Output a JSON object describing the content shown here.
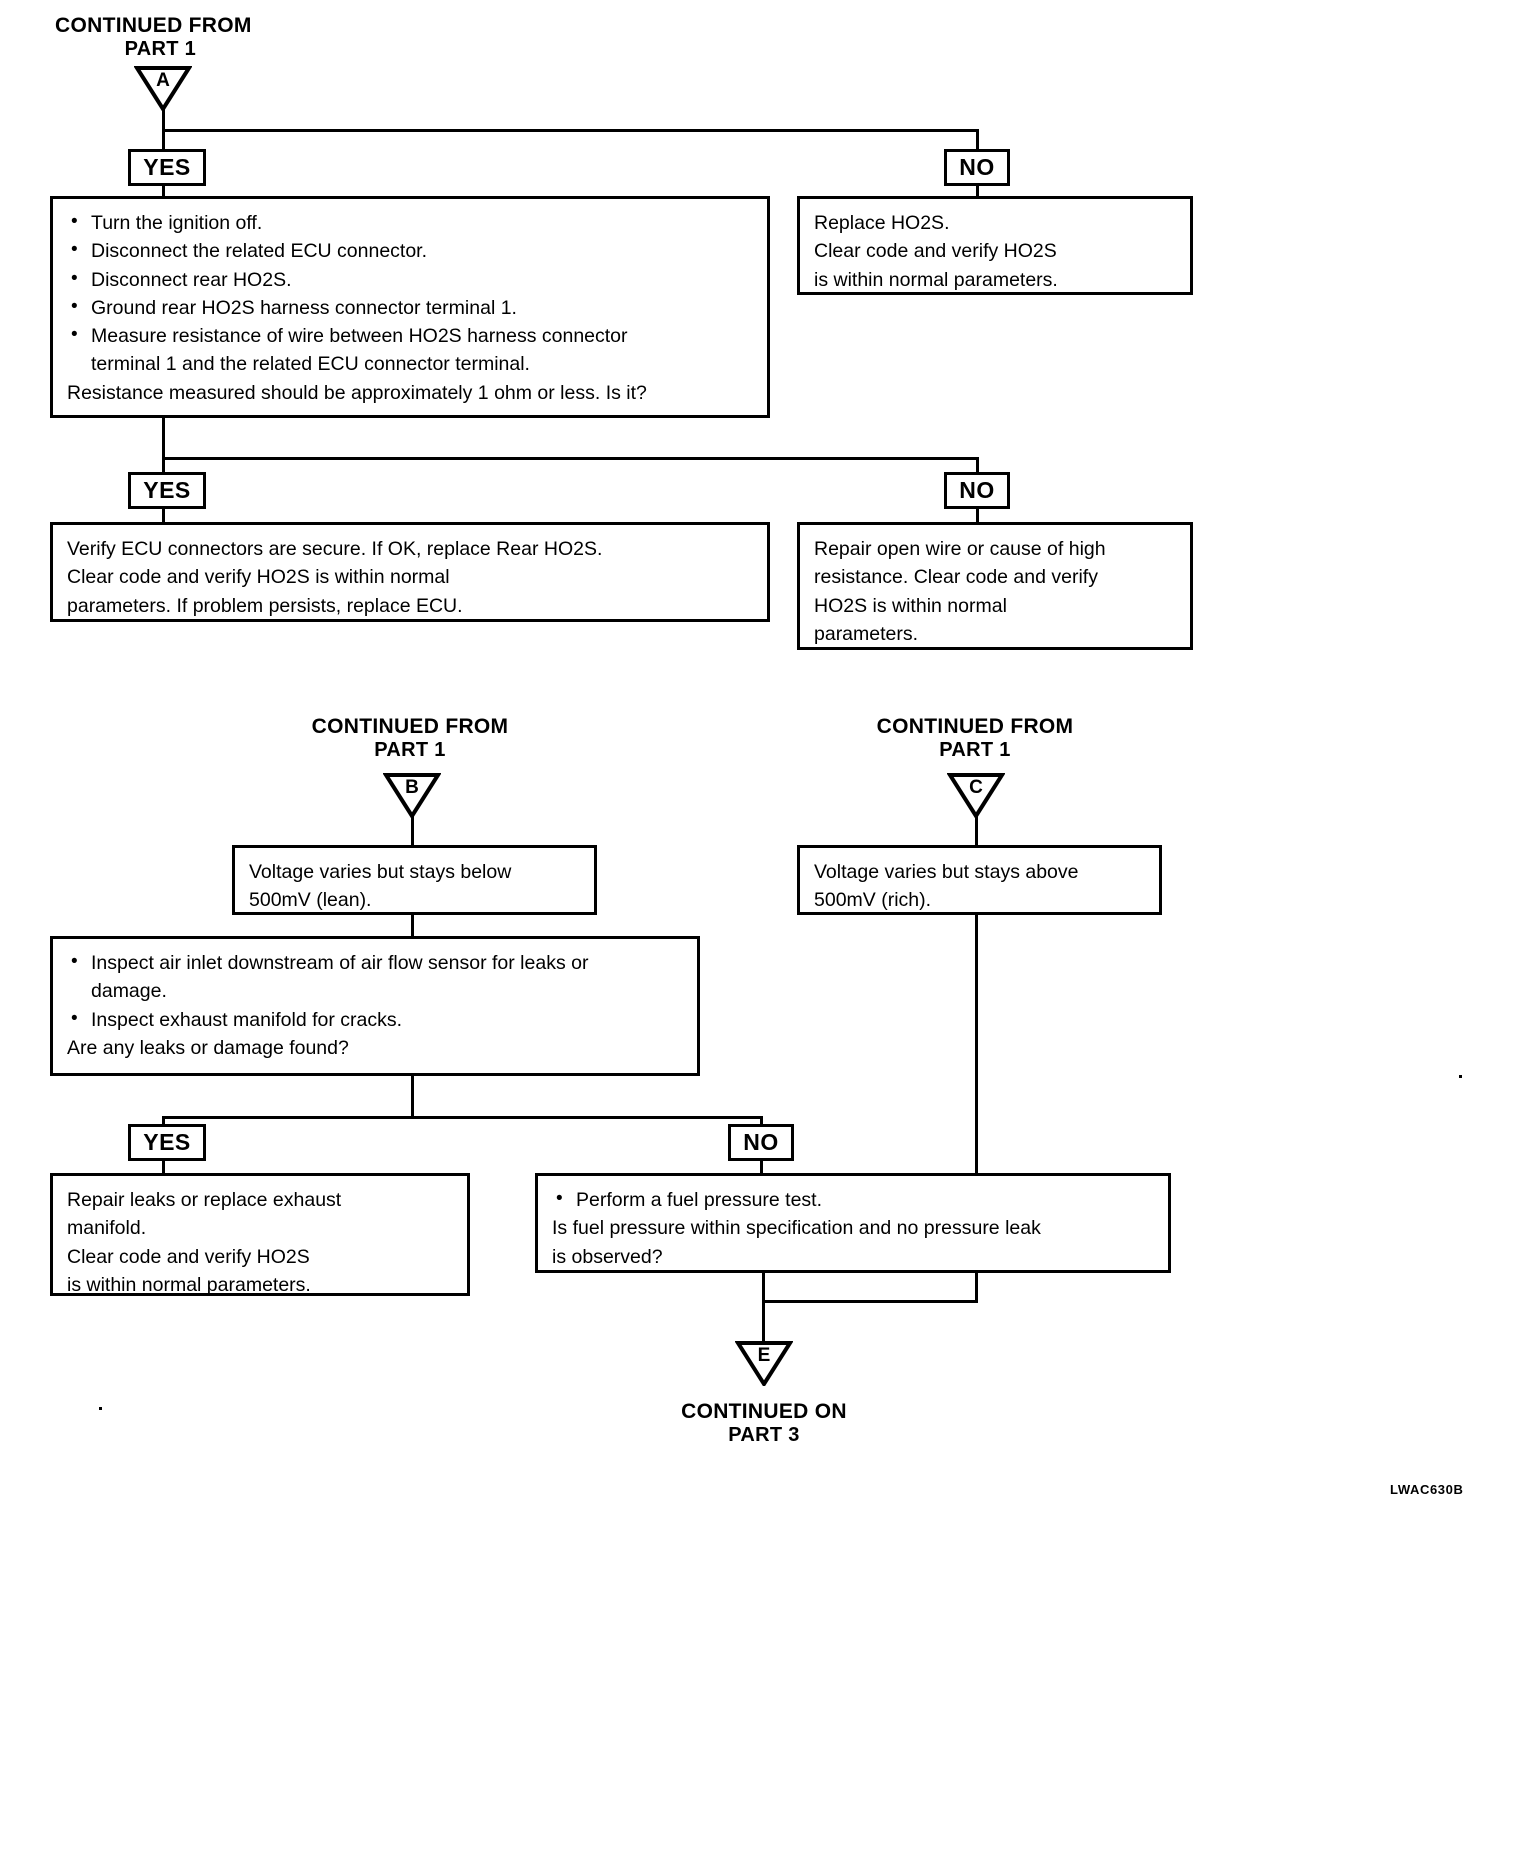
{
  "document": {
    "figure_code": "LWAC630B",
    "type": "automotive-diagnostic-flowchart"
  },
  "headers": {
    "from_part1_a": {
      "line1": "CONTINUED FROM",
      "line2": "PART 1"
    },
    "from_part1_b": {
      "line1": "CONTINUED FROM",
      "line2": "PART 1"
    },
    "from_part1_c": {
      "line1": "CONTINUED FROM",
      "line2": "PART 1"
    },
    "to_part3": {
      "line1": "CONTINUED ON",
      "line2": "PART 3"
    }
  },
  "connectors": {
    "a": "A",
    "b": "B",
    "c": "C",
    "e": "E"
  },
  "branch_labels": {
    "yes": "YES",
    "no": "NO"
  },
  "nodes": {
    "resistance_test": {
      "bullets": [
        "Turn the ignition off.",
        "Disconnect the related ECU connector.",
        "Disconnect rear HO2S.",
        "Ground rear HO2S harness connector terminal 1.",
        "Measure resistance of wire between HO2S harness connector"
      ],
      "bullet5_cont": "terminal 1 and the related ECU connector terminal.",
      "question": "Resistance measured should be approximately 1 ohm or less. Is it?"
    },
    "replace_ho2s": {
      "line1": "Replace HO2S.",
      "line2": "Clear code and verify HO2S",
      "line3": "is within normal parameters."
    },
    "verify_ecu": {
      "line1": "Verify ECU connectors are secure. If OK, replace Rear HO2S.",
      "line2": "Clear code and verify HO2S is within normal",
      "line3": "parameters. If problem persists, replace ECU."
    },
    "repair_open_wire": {
      "line1": "Repair open wire or cause of high",
      "line2": "resistance. Clear code and verify",
      "line3": "HO2S is within normal",
      "line4": "parameters."
    },
    "voltage_lean": {
      "line1": "Voltage varies but stays below",
      "line2": "500mV (lean)."
    },
    "voltage_rich": {
      "line1": "Voltage varies but stays above",
      "line2": "500mV (rich)."
    },
    "inspect_leaks": {
      "bullet1": "Inspect air inlet downstream of air flow sensor for leaks or",
      "bullet1_cont": "damage.",
      "bullet2": "Inspect exhaust manifold for cracks.",
      "question": "Are any leaks or damage found?"
    },
    "repair_leaks": {
      "line1": "Repair leaks or replace exhaust",
      "line2": "manifold.",
      "line3": "Clear code and verify HO2S",
      "line4": "is within normal parameters."
    },
    "fuel_pressure": {
      "bullet1": "Perform a fuel pressure test.",
      "question1": "Is fuel pressure within specification and no pressure leak",
      "question2": "is observed?"
    }
  }
}
